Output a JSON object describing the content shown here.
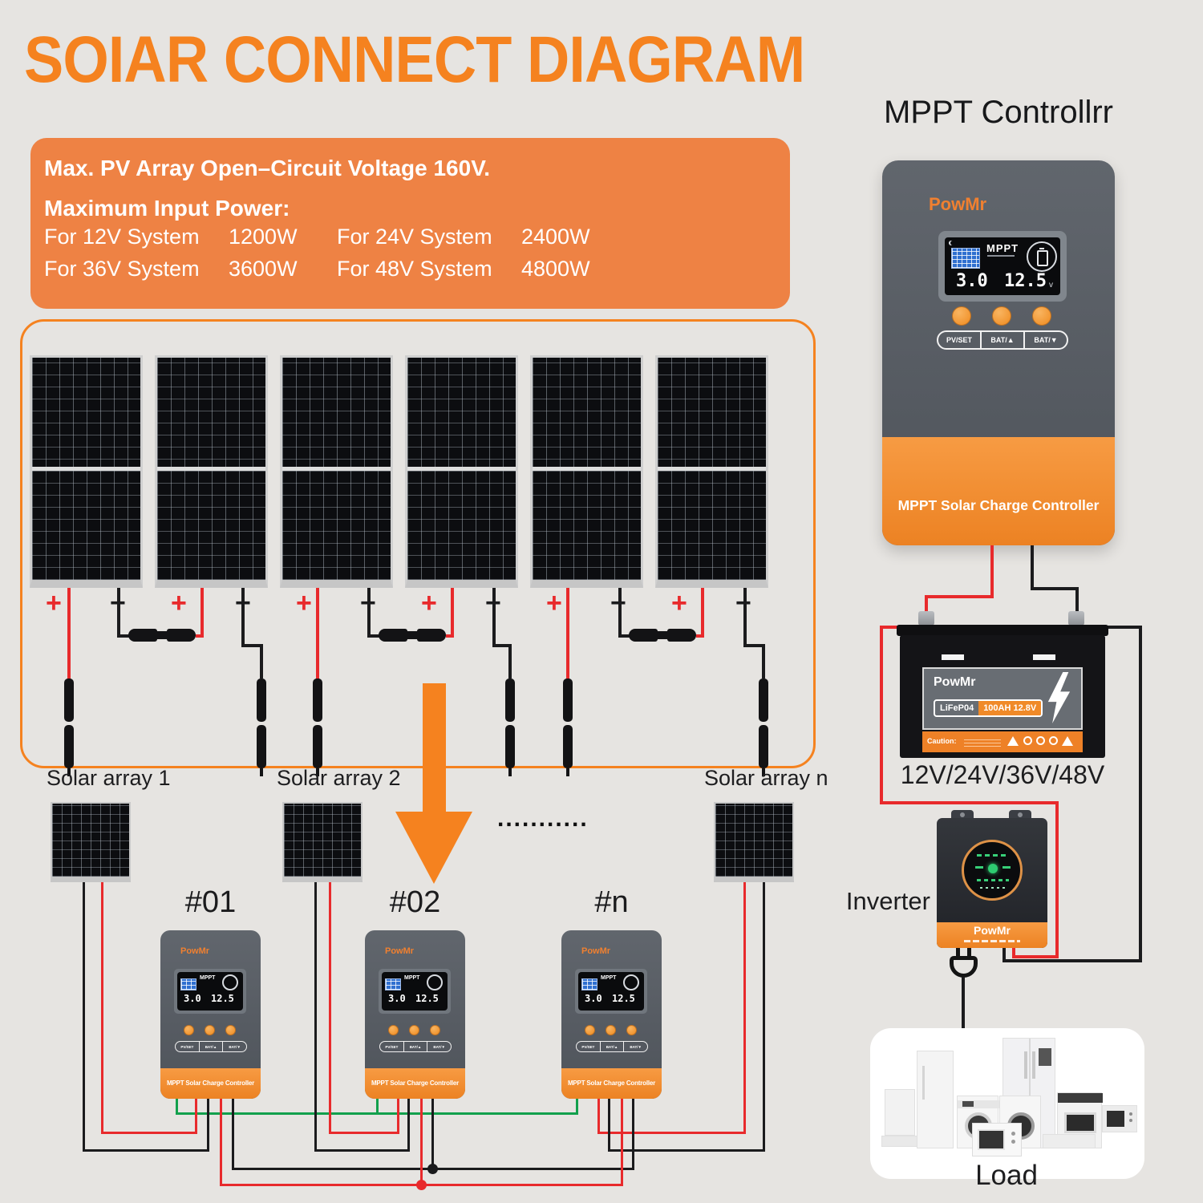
{
  "title": "SOIAR CONNECT DIAGRAM",
  "info_box": {
    "line1": "Max. PV Array Open–Circuit Voltage 160V.",
    "line2": "Maximum Input Power:",
    "rows": [
      {
        "c1": "For 12V System",
        "v1": "1200W",
        "c2": "For 24V System",
        "v2": "2400W"
      },
      {
        "c1": "For 36V System",
        "v1": "3600W",
        "c2": "For 48V System",
        "v2": "4800W"
      }
    ]
  },
  "pv_array": {
    "plus": "+",
    "minus": "−"
  },
  "solar_arrays": {
    "labels": [
      "Solar array 1",
      "Solar array 2",
      "Solar array n"
    ],
    "dots": "∙∙∙∙∙∙∙∙∙∙∙"
  },
  "controller_ids": [
    "#01",
    "#02",
    "#n"
  ],
  "controller_ui": {
    "brand": "PowMr",
    "lcd_mppt": "MPPT",
    "lcd_left": "3.0",
    "lcd_right": "12.5",
    "lcd_unit": "v",
    "buttons": [
      "PV/SET",
      "BAT/▲",
      "BAT/▼"
    ],
    "band": "MPPT Solar Charge Controller"
  },
  "mppt_heading": "MPPT Controllrr",
  "battery": {
    "brand": "PowMr",
    "chem_badge": "LiFeP04",
    "rating_badge": "100AH 12.8V",
    "caution": "Caution:",
    "voltage_label": "12V/24V/36V/48V"
  },
  "inverter": {
    "label": "Inverter",
    "brand": "PowMr"
  },
  "load_label": "Load",
  "colors": {
    "accent_orange": "#f5821f",
    "info_box_orange": "#ee8244",
    "band_orange": "#f0862c",
    "wire_red": "#e82a2c",
    "wire_black": "#1b1b1d",
    "wire_green": "#12a04c"
  }
}
